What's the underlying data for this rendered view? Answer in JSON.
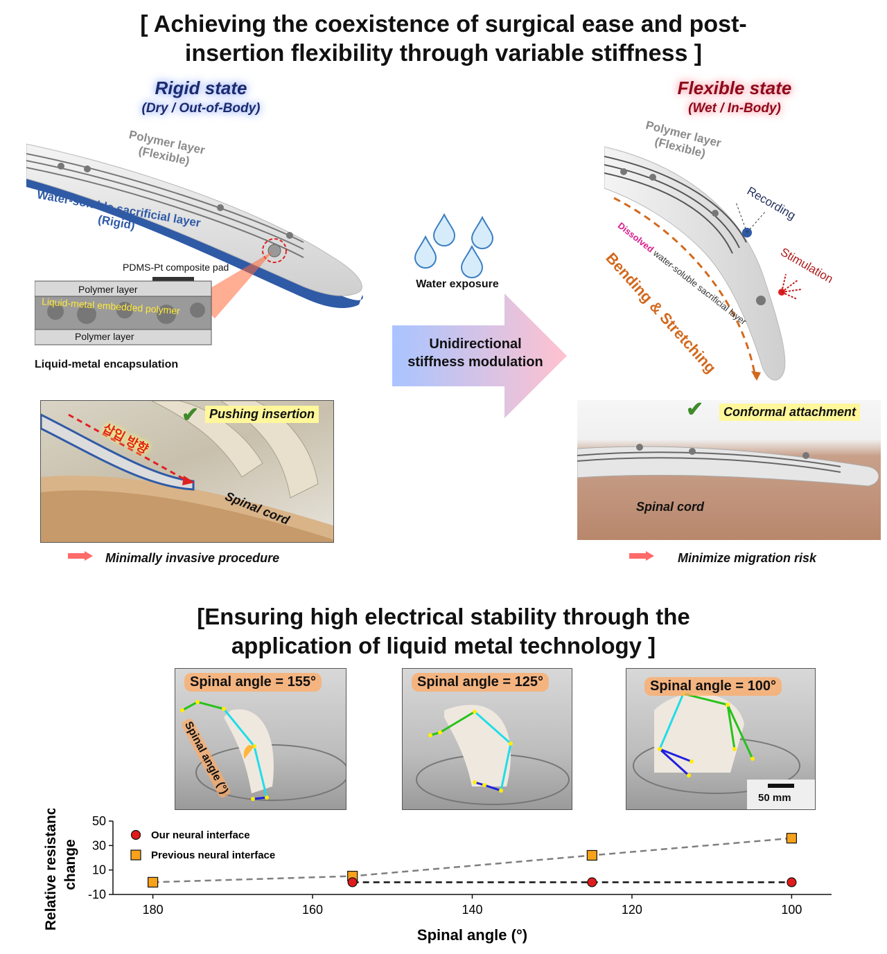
{
  "header": {
    "title_line1": "[ Achieving the coexistence of surgical ease and post-",
    "title_line2": "insertion flexibility through variable stiffness ]"
  },
  "rigid": {
    "title": "Rigid state",
    "subtitle": "(Dry / Out-of-Body)",
    "polymer_label_1": "Polymer layer",
    "polymer_label_2": "(Flexible)",
    "sacrificial_label_1": "Water-soluble sacrificial layer",
    "sacrificial_label_2": "(Rigid)",
    "pad_label": "PDMS-Pt composite pad",
    "stack_top": "Polymer layer",
    "stack_mid": "Liquid-metal embedded polymer",
    "stack_bottom": "Polymer layer",
    "encapsulation": "Liquid-metal encapsulation",
    "check_label": "Pushing insertion",
    "insertion_korean": "삽입 방향",
    "spinal_cord": "Spinal cord",
    "benefit": "Minimally invasive procedure"
  },
  "middle": {
    "water": "Water exposure",
    "arrow_line1": "Unidirectional",
    "arrow_line2": "stiffness modulation"
  },
  "flexible": {
    "title": "Flexible state",
    "subtitle": "(Wet / In-Body)",
    "polymer_label_1": "Polymer layer",
    "polymer_label_2": "(Flexible)",
    "recording": "Recording",
    "stimulation": "Stimulation",
    "dissolved": "Dissolved",
    "dissolved_rest": " water-soluble sacrificial layer",
    "bending": "Bending & Stretching",
    "check_label": "Conformal attachment",
    "spinal_cord": "Spinal cord",
    "benefit": "Minimize migration risk"
  },
  "section2": {
    "title_line1": "[Ensuring high electrical stability through the",
    "title_line2": "application of liquid metal technology ]",
    "photos": [
      {
        "label": "Spinal angle = 155°",
        "overlay": "Spinal angle (°)"
      },
      {
        "label": "Spinal angle = 125°"
      },
      {
        "label": "Spinal angle = 100°",
        "scale": "50 mm"
      }
    ]
  },
  "chart_data": {
    "type": "scatter",
    "xlabel": "Spinal angle (°)",
    "ylabel": "Relative resistance change",
    "xlim": [
      185,
      95
    ],
    "ylim": [
      -10,
      50
    ],
    "x_ticks": [
      180,
      160,
      140,
      120,
      100
    ],
    "y_ticks": [
      -10,
      10,
      30,
      50
    ],
    "legend_position": "top-left",
    "series": [
      {
        "name": "Our neural interface",
        "marker": "circle",
        "color": "#e01b1b",
        "line": "#111111",
        "x": [
          155,
          125,
          100
        ],
        "y": [
          0,
          0,
          0
        ]
      },
      {
        "name": "Previous neural interface",
        "marker": "square",
        "color": "#f7a21b",
        "line": "#7f7f7f",
        "x": [
          180,
          155,
          125,
          100
        ],
        "y": [
          0,
          5,
          22,
          36
        ]
      }
    ]
  },
  "colors": {
    "rigid_glow": "#8ea6ff",
    "flex_glow": "#ff8a9a",
    "sacrificial": "#2f5aa6",
    "arrow_left": "#a9c4ff",
    "arrow_right": "#ffc2cf",
    "check": "#3f8a2a",
    "red_arrow": "#ff5a5a"
  }
}
